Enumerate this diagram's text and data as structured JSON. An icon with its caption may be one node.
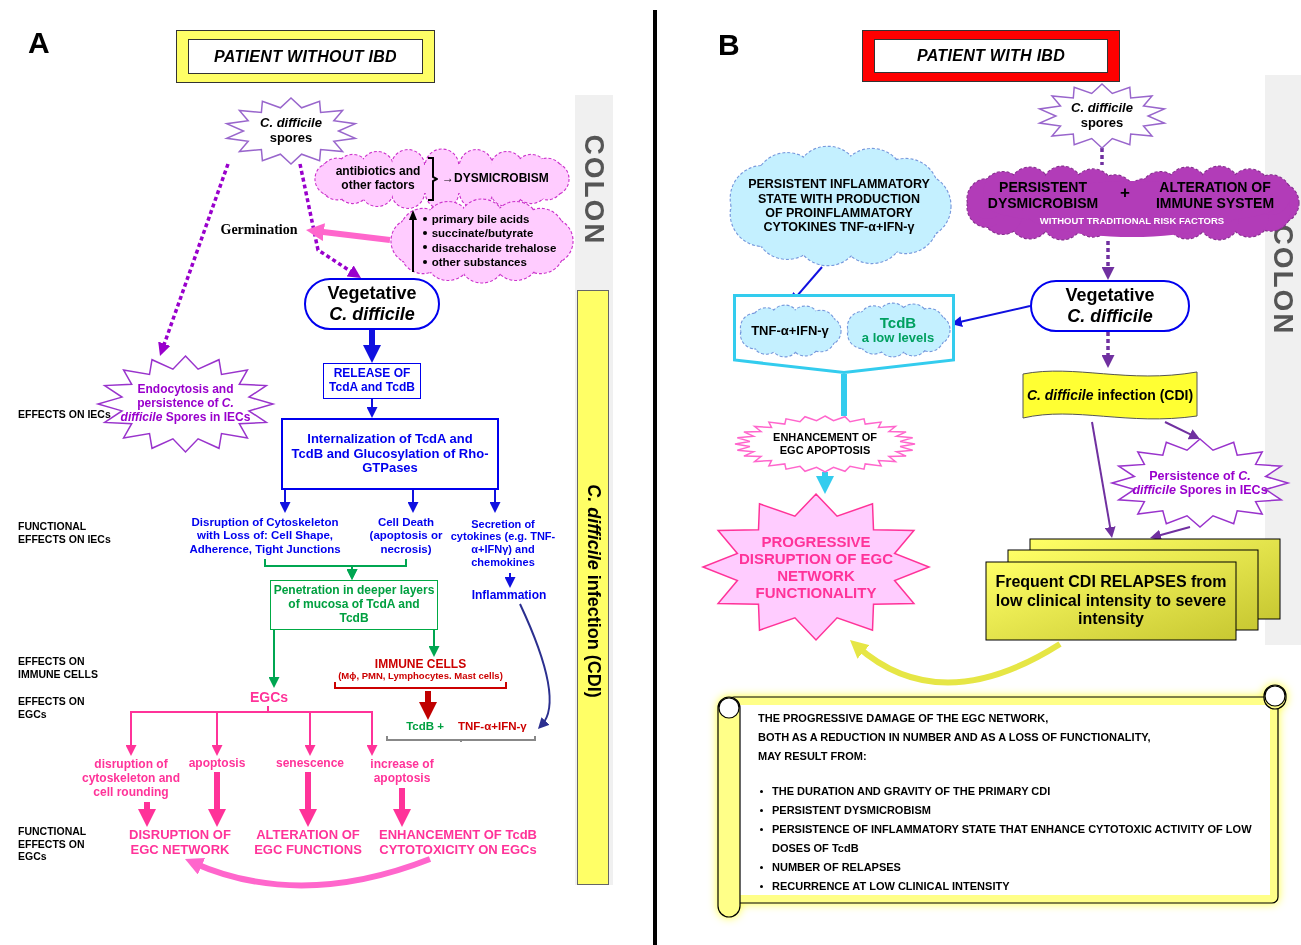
{
  "diagram": {
    "nodes": [
      {
        "text": [
          "PATIENT WITHOUT IBD"
        ]
      },
      {
        "text": [
          "*C. difficile* spores"
        ]
      },
      {
        "text": [
          "antibiotics and other factors",
          "→DYSMICROBISM"
        ]
      },
      {
        "text": [
          "primary bile acids",
          "succinate/butyrate",
          "disaccharide trehalose",
          "other substances"
        ]
      },
      {
        "text": [
          "Germination"
        ]
      },
      {
        "text": [
          "Vegetative *C. difficile*"
        ]
      },
      {
        "text": [
          "Endocytosis and persistence of *C. difficile* Spores in IECs"
        ]
      },
      {
        "text": [
          "RELEASE OF TcdA and TcdB"
        ]
      },
      {
        "text": [
          "Internalization of TcdA and TcdB and Glucosylation of Rho-GTPases"
        ]
      },
      {
        "text": [
          "Disruption of Cytoskeleton with Loss of: Cell Shape, Adherence, Tight Junctions"
        ]
      },
      {
        "text": [
          "Cell Death (apoptosis or necrosis)"
        ]
      },
      {
        "text": [
          "Secretion of cytokines (e.g. TNF-α+IFNγ) and chemokines"
        ]
      },
      {
        "text": [
          "Inflammation"
        ]
      },
      {
        "text": [
          "Penetration in deeper layers of mucosa of TcdA and TcdB"
        ]
      },
      {
        "text": [
          "IMMUNE CELLS",
          "(Mϕ, PMN, Lymphocytes. Mast cells)"
        ]
      },
      {
        "text": [
          "EGCs"
        ]
      },
      {
        "text": [
          "TcdB +",
          "TNF-α+IFN-γ"
        ]
      },
      {
        "text": [
          "disruption of cytoskeleton and cell rounding"
        ]
      },
      {
        "text": [
          "apoptosis"
        ]
      },
      {
        "text": [
          "senescence"
        ]
      },
      {
        "text": [
          "increase of apoptosis"
        ]
      },
      {
        "text": [
          "DISRUPTION OF EGC NETWORK"
        ]
      },
      {
        "text": [
          "ALTERATION OF EGC FUNCTIONS"
        ]
      },
      {
        "text": [
          "ENHANCEMENT OF TcdB CYTOTOXICITY ON EGCs"
        ]
      },
      {
        "text": [
          "PATIENT WITH IBD"
        ]
      },
      {
        "text": [
          "*C. difficile* spores"
        ]
      },
      {
        "text": [
          "PERSISTENT INFLAMMATORY STATE WITH PRODUCTION OF PROINFLAMMATORY CYTOKINES TNF-α+IFN-γ"
        ]
      },
      {
        "text": [
          "PERSISTENT DYSMICROBISM",
          "+",
          "ALTERATION OF IMMUNE SYSTEM",
          "WITHOUT TRADITIONAL RISK FACTORS"
        ]
      },
      {
        "text": [],
        "shape": "box"
      },
      {
        "text": [
          "TNF-α+IFN-γ"
        ],
        "in": 28
      },
      {
        "text": [
          "TcdB",
          "a low levels"
        ],
        "in": 28
      },
      {
        "text": [
          "Vegetative *C. difficile*"
        ]
      },
      {
        "text": [
          "*C. difficile* infection (CDI)"
        ]
      },
      {
        "text": [
          "ENHANCEMENT OF EGC APOPTOSIS"
        ]
      },
      {
        "text": [
          "Persistence of *C. difficile* Spores in IECs"
        ]
      },
      {
        "text": [
          "PROGRESSIVE DISRUPTION OF EGC NETWORK FUNCTIONALITY"
        ]
      },
      {
        "text": [
          "Frequent CDI RELAPSES from low clinical intensity to severe intensity"
        ]
      },
      {
        "text": [
          "THE PROGRESSIVE DAMAGE OF THE EGC NETWORK,",
          "BOTH AS A REDUCTION IN NUMBER AND AS A LOSS OF FUNCTIONALITY,",
          "MAY RESULT FROM:",
          "THE DURATION AND GRAVITY OF THE PRIMARY CDI",
          "PERSISTENT DYSMICROBISM",
          "PERSISTENCE OF INFLAMMATORY STATE THAT ENHANCE CYTOTOXIC ACTIVITY OF LOW DOSES OF TcdB",
          "NUMBER OF RELAPSES",
          "RECURRENCE AT LOW CLINICAL INTENSITY"
        ]
      }
    ],
    "edges": [
      {
        "from": 1,
        "to": 5,
        "arrow": "to",
        "style": "dashed",
        "color": "#9900cc"
      },
      {
        "from": 1,
        "to": 6,
        "arrow": "to",
        "style": "dashed",
        "color": "#9900cc"
      },
      {
        "from": 3,
        "to": 4,
        "arrow": "to",
        "style": "thick",
        "color": "#ff66cc"
      },
      {
        "from": 5,
        "to": 7,
        "arrow": "to",
        "style": "thick"
      },
      {
        "from": 7,
        "to": 8,
        "arrow": "to"
      },
      {
        "from": 8,
        "to": 9,
        "arrow": "to"
      },
      {
        "from": 8,
        "to": 10,
        "arrow": "to"
      },
      {
        "from": 8,
        "to": 11,
        "arrow": "to"
      },
      {
        "from": 9,
        "to": 13,
        "arrow": "to",
        "color": "#00a651"
      },
      {
        "from": 10,
        "to": 13,
        "arrow": "to",
        "color": "#00a651"
      },
      {
        "from": 11,
        "to": 12,
        "arrow": "to"
      },
      {
        "from": 13,
        "to": 15,
        "arrow": "to",
        "color": "#00a651"
      },
      {
        "from": 13,
        "to": 14,
        "arrow": "to",
        "color": "#00a651"
      },
      {
        "from": 12,
        "to": 16,
        "arrow": "to",
        "color": "#2b2f8f"
      },
      {
        "from": 14,
        "to": 16,
        "arrow": "to",
        "style": "thick",
        "color": "#c00000"
      },
      {
        "from": 15,
        "to": 17,
        "arrow": "to",
        "color": "#ff3399"
      },
      {
        "from": 15,
        "to": 18,
        "arrow": "to",
        "color": "#ff3399"
      },
      {
        "from": 15,
        "to": 19,
        "arrow": "to",
        "color": "#ff3399"
      },
      {
        "from": 15,
        "to": 20,
        "arrow": "to",
        "color": "#ff3399"
      },
      {
        "from": 17,
        "to": 21,
        "arrow": "to",
        "style": "thick",
        "color": "#ff3399"
      },
      {
        "from": 18,
        "to": 21,
        "arrow": "to",
        "style": "thick",
        "color": "#ff3399"
      },
      {
        "from": 19,
        "to": 22,
        "arrow": "to",
        "style": "thick",
        "color": "#ff3399"
      },
      {
        "from": 20,
        "to": 23,
        "arrow": "to",
        "style": "thick",
        "color": "#ff3399"
      },
      {
        "from": 23,
        "to": 21,
        "arrow": "to",
        "style": "thick",
        "color": "#ff66cc"
      },
      {
        "from": 25,
        "to": 27,
        "arrow": "none",
        "style": "dashed",
        "color": "#7030a0"
      },
      {
        "from": 27,
        "to": 31,
        "arrow": "to",
        "style": "dashed",
        "color": "#7030a0"
      },
      {
        "from": 26,
        "to": 29,
        "arrow": "to"
      },
      {
        "from": 31,
        "to": 30,
        "arrow": "to"
      },
      {
        "from": 31,
        "to": 32,
        "arrow": "to",
        "style": "dashed",
        "color": "#7030a0"
      },
      {
        "from": 28,
        "to": 33,
        "arrow": "none",
        "style": "thick",
        "color": "#33ccee"
      },
      {
        "from": 33,
        "to": 35,
        "arrow": "to",
        "style": "thick",
        "color": "#33ccee"
      },
      {
        "from": 32,
        "to": 36,
        "arrow": "to",
        "color": "#7030a0"
      },
      {
        "from": 32,
        "to": 34,
        "arrow": "to",
        "color": "#7030a0"
      },
      {
        "from": 34,
        "to": 36,
        "arrow": "to",
        "color": "#7030a0"
      },
      {
        "from": 36,
        "to": 35,
        "arrow": "to",
        "style": "thick",
        "color": "#e6e645"
      }
    ],
    "labels": [
      "A",
      "EFFECTS ON IECs",
      "FUNCTIONAL EFFECTS ON IECs",
      "EFFECTS ON IMMUNE CELLS",
      "EFFECTS ON EGCs",
      "FUNCTIONAL EFFECTS ON EGCs",
      "COLON",
      "*C. difficile* infection (CDI)",
      "B",
      "COLON"
    ]
  }
}
